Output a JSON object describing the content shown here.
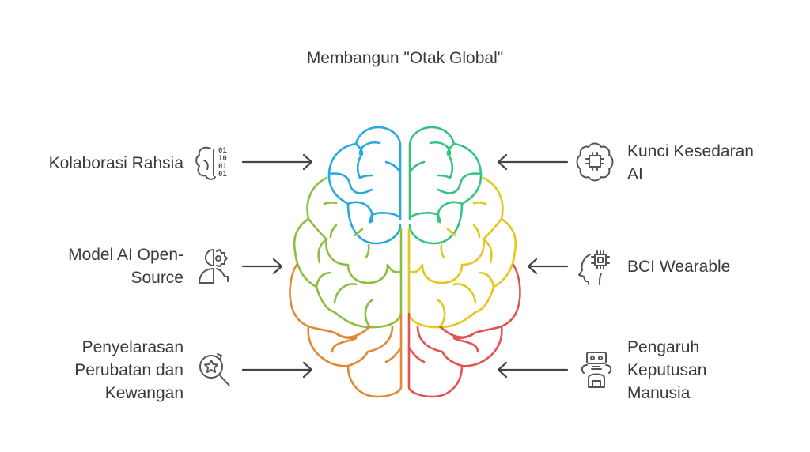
{
  "title": "Membangun \"Otak Global\"",
  "left_items": [
    {
      "lines": [
        "Kolaborasi Rahsia"
      ],
      "icon": "brain-binary-icon"
    },
    {
      "lines": [
        "Model AI Open-",
        "Source"
      ],
      "icon": "person-gear-icon"
    },
    {
      "lines": [
        "Penyelarasan",
        "Perubatan dan",
        "Kewangan"
      ],
      "icon": "star-search-icon"
    }
  ],
  "right_items": [
    {
      "lines": [
        "Kunci Kesedaran",
        "AI"
      ],
      "icon": "brain-chip-icon"
    },
    {
      "lines": [
        "BCI Wearable"
      ],
      "icon": "head-chip-icon"
    },
    {
      "lines": [
        "Pengaruh",
        "Keputusan",
        "Manusia"
      ],
      "icon": "robot-icon"
    }
  ],
  "colors": {
    "left_top": "#29a8dc",
    "left_mid": "#8dbf3f",
    "left_bottom": "#e08a35",
    "right_top": "#35c47f",
    "right_mid": "#e2c81c",
    "right_bottom": "#e05550",
    "text": "#3a3a3a"
  }
}
